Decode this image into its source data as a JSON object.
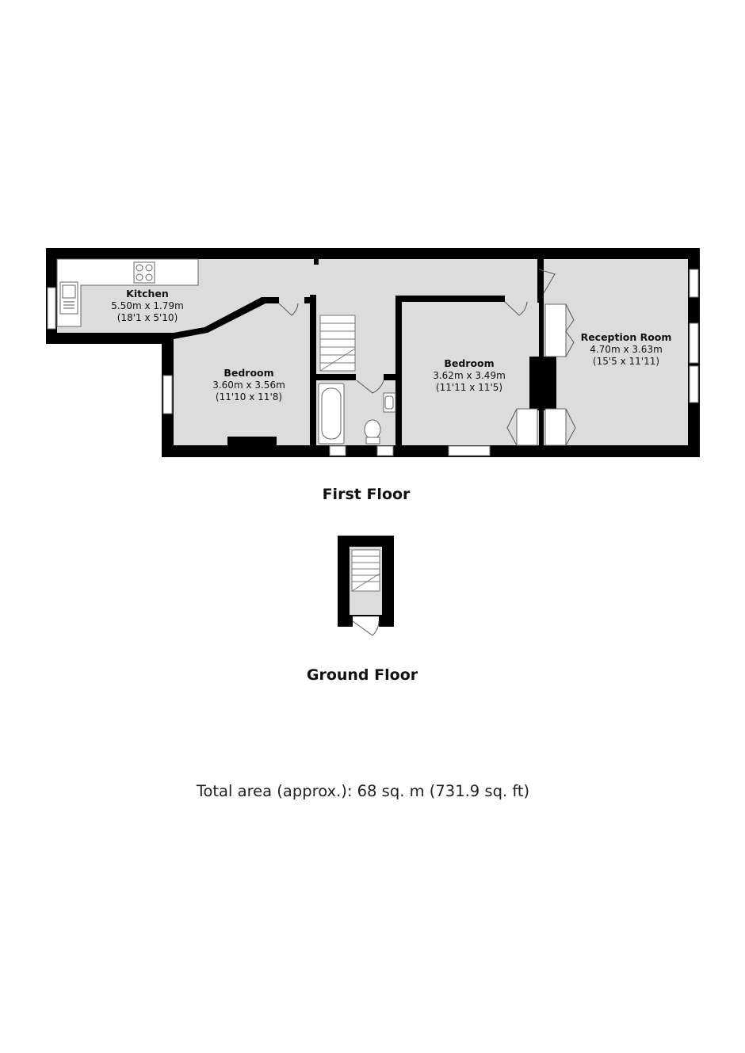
{
  "rooms": {
    "kitchen": {
      "name": "Kitchen",
      "metric": "5.50m x 1.79m",
      "imperial": "(18'1 x 5'10)"
    },
    "bedroom_1": {
      "name": "Bedroom",
      "metric": "3.60m x 3.56m",
      "imperial": "(11'10 x 11'8)"
    },
    "bedroom_2": {
      "name": "Bedroom",
      "metric": "3.62m x 3.49m",
      "imperial": "(11'11 x 11'5)"
    },
    "reception": {
      "name": "Reception Room",
      "metric": "4.70m x 3.63m",
      "imperial": "(15'5 x 11'11)"
    }
  },
  "floors": {
    "first": "First Floor",
    "ground": "Ground Floor"
  },
  "total_area": "Total area (approx.): 68 sq. m (731.9 sq. ft)",
  "colors": {
    "wall": "#000000",
    "floor": "#dcdcdc",
    "fixture": "#ffffff"
  }
}
